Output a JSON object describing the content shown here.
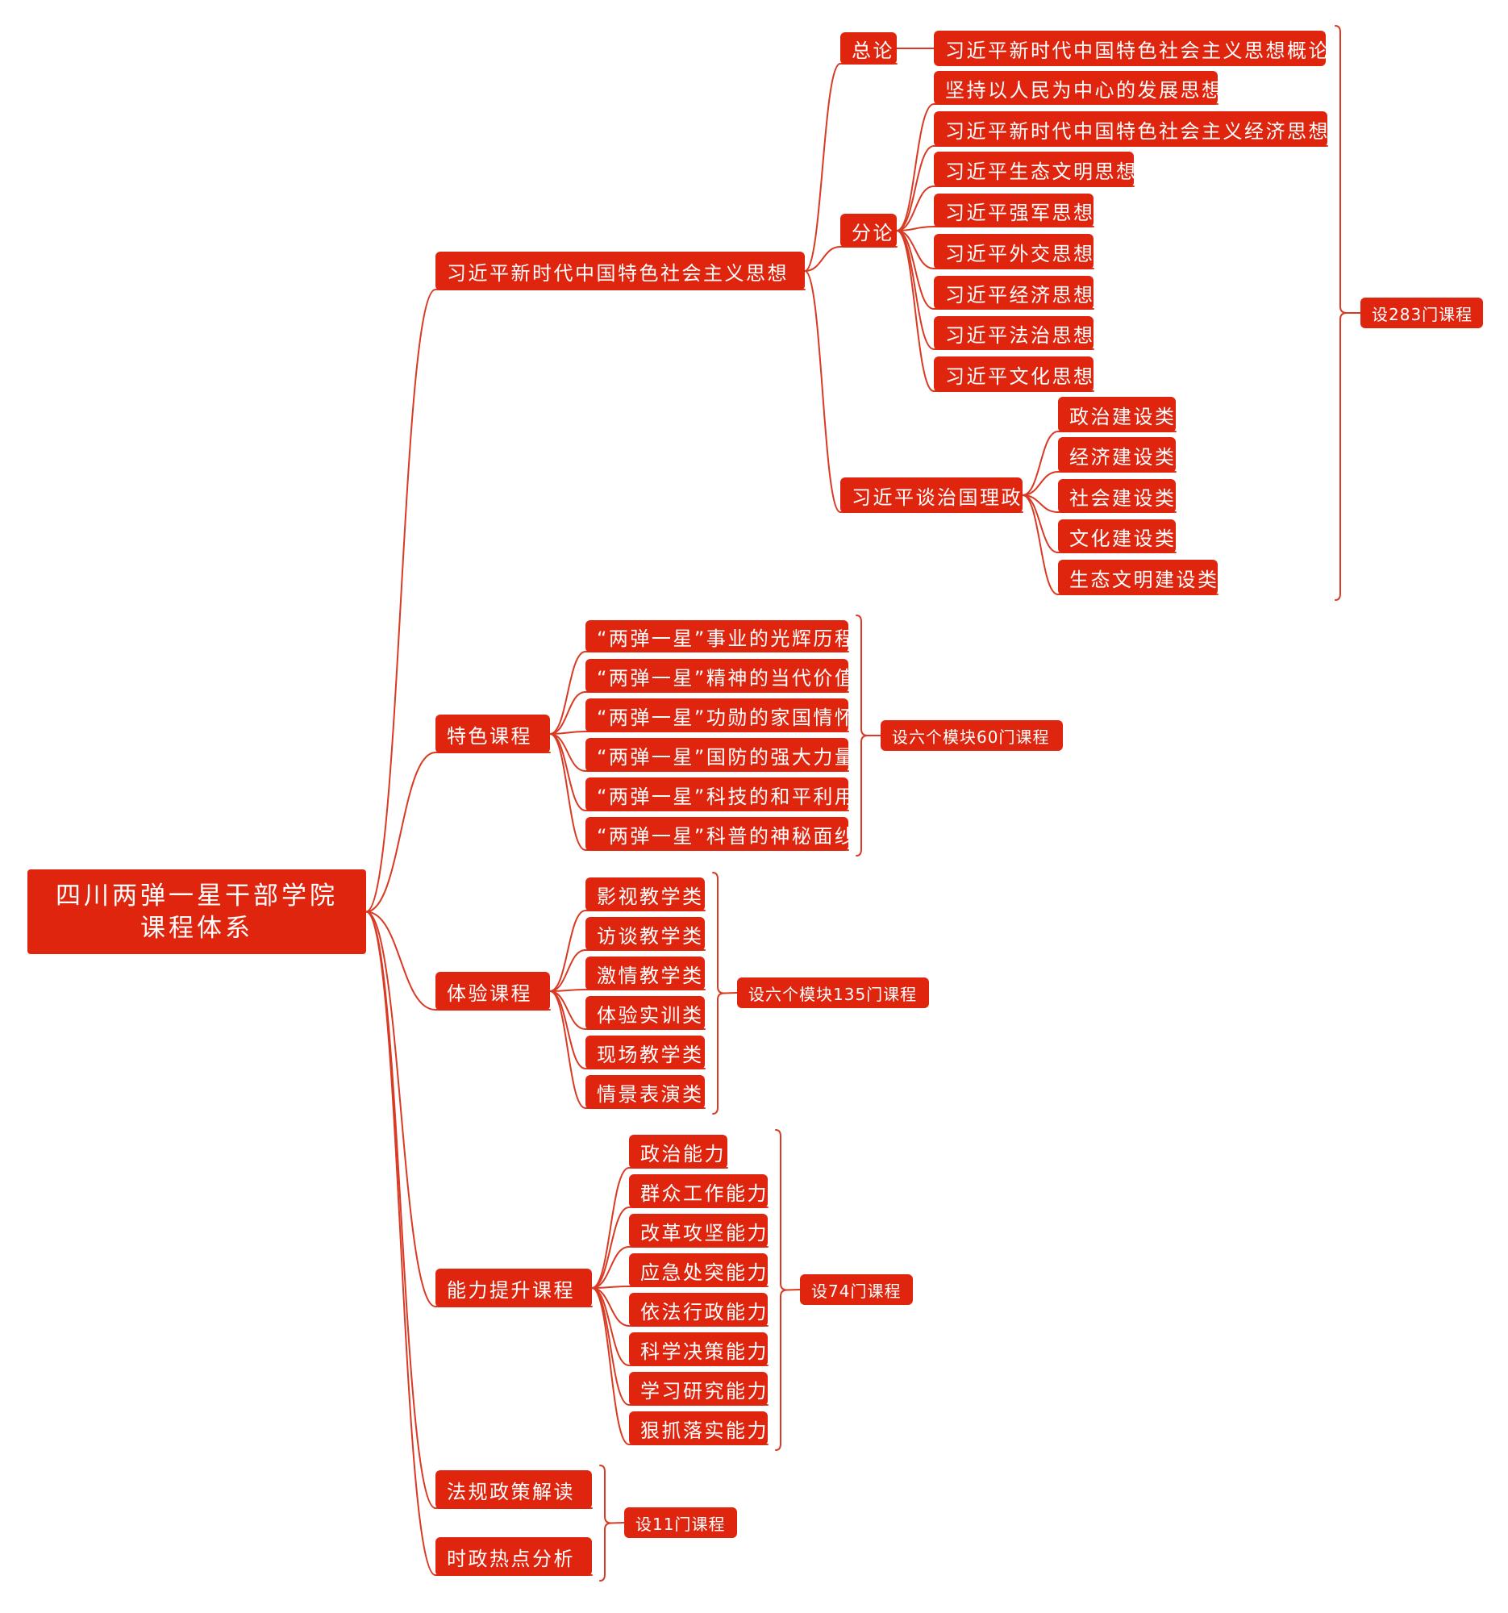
{
  "colors": {
    "accent": "#e0250f",
    "line": "#d93a24",
    "background": "#ffffff"
  },
  "root": {
    "line1": "四川两弹一星干部学院",
    "line2": "课程体系"
  },
  "branches": {
    "xi": {
      "label": "习近平新时代中国特色社会主义思想",
      "zonglun": {
        "label": "总论",
        "item": "习近平新时代中国特色社会主义思想概论"
      },
      "fenlun": {
        "label": "分论",
        "items": [
          "坚持以人民为中心的发展思想",
          "习近平新时代中国特色社会主义经济思想",
          "习近平生态文明思想",
          "习近平强军思想",
          "习近平外交思想",
          "习近平经济思想",
          "习近平法治思想",
          "习近平文化思想"
        ]
      },
      "tanzhi": {
        "label": "习近平谈治国理政",
        "items": [
          "政治建设类",
          "经济建设类",
          "社会建设类",
          "文化建设类",
          "生态文明建设类"
        ]
      },
      "summary": "设283门课程"
    },
    "tese": {
      "label": "特色课程",
      "items": [
        "“两弹一星”事业的光辉历程",
        "“两弹一星”精神的当代价值",
        "“两弹一星”功勋的家国情怀",
        "“两弹一星”国防的强大力量",
        "“两弹一星”科技的和平利用",
        "“两弹一星”科普的神秘面纱"
      ],
      "summary": "设六个模块60门课程"
    },
    "tiyan": {
      "label": "体验课程",
      "items": [
        "影视教学类",
        "访谈教学类",
        "激情教学类",
        "体验实训类",
        "现场教学类",
        "情景表演类"
      ],
      "summary": "设六个模块135门课程"
    },
    "nengli": {
      "label": "能力提升课程",
      "items": [
        "政治能力",
        "群众工作能力",
        "改革攻坚能力",
        "应急处突能力",
        "依法行政能力",
        "科学决策能力",
        "学习研究能力",
        "狠抓落实能力"
      ],
      "summary": "设74门课程"
    },
    "fagui": {
      "label": "法规政策解读"
    },
    "shizheng": {
      "label": "时政热点分析"
    },
    "last_summary": "设11门课程"
  }
}
